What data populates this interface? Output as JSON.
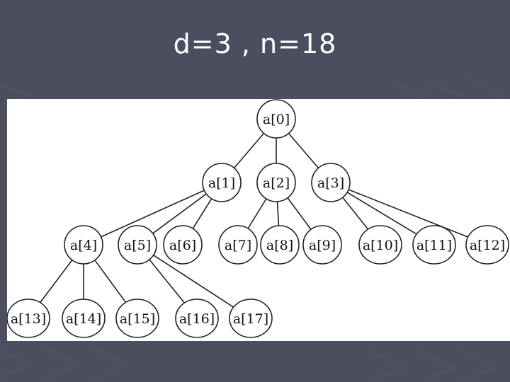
{
  "slide": {
    "title": "d=3 , n=18"
  },
  "tree": {
    "branching_factor": 3,
    "node_count": 18,
    "nodes": [
      {
        "id": 0,
        "label": "a[0]",
        "parent": null
      },
      {
        "id": 1,
        "label": "a[1]",
        "parent": 0
      },
      {
        "id": 2,
        "label": "a[2]",
        "parent": 0
      },
      {
        "id": 3,
        "label": "a[3]",
        "parent": 0
      },
      {
        "id": 4,
        "label": "a[4]",
        "parent": 1
      },
      {
        "id": 5,
        "label": "a[5]",
        "parent": 1
      },
      {
        "id": 6,
        "label": "a[6]",
        "parent": 1
      },
      {
        "id": 7,
        "label": "a[7]",
        "parent": 2
      },
      {
        "id": 8,
        "label": "a[8]",
        "parent": 2
      },
      {
        "id": 9,
        "label": "a[9]",
        "parent": 2
      },
      {
        "id": 10,
        "label": "a[10]",
        "parent": 3
      },
      {
        "id": 11,
        "label": "a[11]",
        "parent": 3
      },
      {
        "id": 12,
        "label": "a[12]",
        "parent": 3
      },
      {
        "id": 13,
        "label": "a[13]",
        "parent": 4
      },
      {
        "id": 14,
        "label": "a[14]",
        "parent": 4
      },
      {
        "id": 15,
        "label": "a[15]",
        "parent": 4
      },
      {
        "id": 16,
        "label": "a[16]",
        "parent": 5
      },
      {
        "id": 17,
        "label": "a[17]",
        "parent": 5
      }
    ]
  },
  "colors": {
    "background": "#4a4e5e",
    "panel": "#ffffff",
    "line": "#222222"
  }
}
